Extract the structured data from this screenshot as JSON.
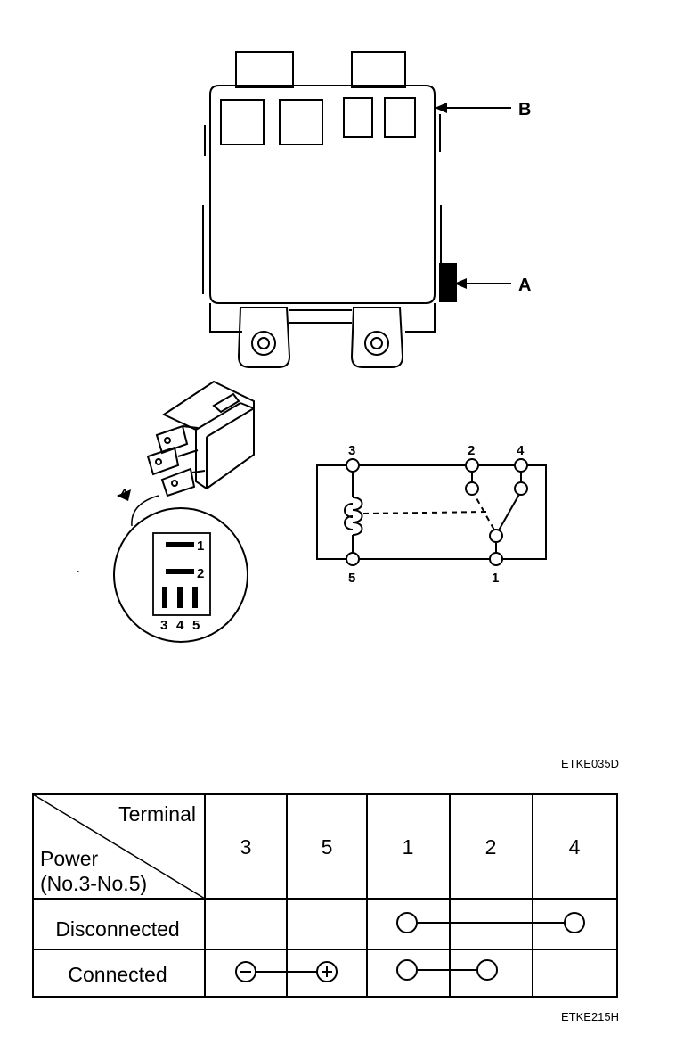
{
  "figure1": {
    "callout_b": "B",
    "callout_a": "A",
    "relay_closeup_marker": "A",
    "relay_pins": [
      "1",
      "2",
      "3",
      "4",
      "5"
    ],
    "schematic_terminals": [
      "3",
      "2",
      "4",
      "5",
      "1"
    ],
    "code": "ETKE035D"
  },
  "table": {
    "corner_top": "Terminal",
    "corner_bottom_line1": "Power",
    "corner_bottom_line2": "(No.3-No.5)",
    "columns": [
      "3",
      "5",
      "1",
      "2",
      "4"
    ],
    "rows": [
      "Disconnected",
      "Connected"
    ],
    "code": "ETKE215H"
  }
}
